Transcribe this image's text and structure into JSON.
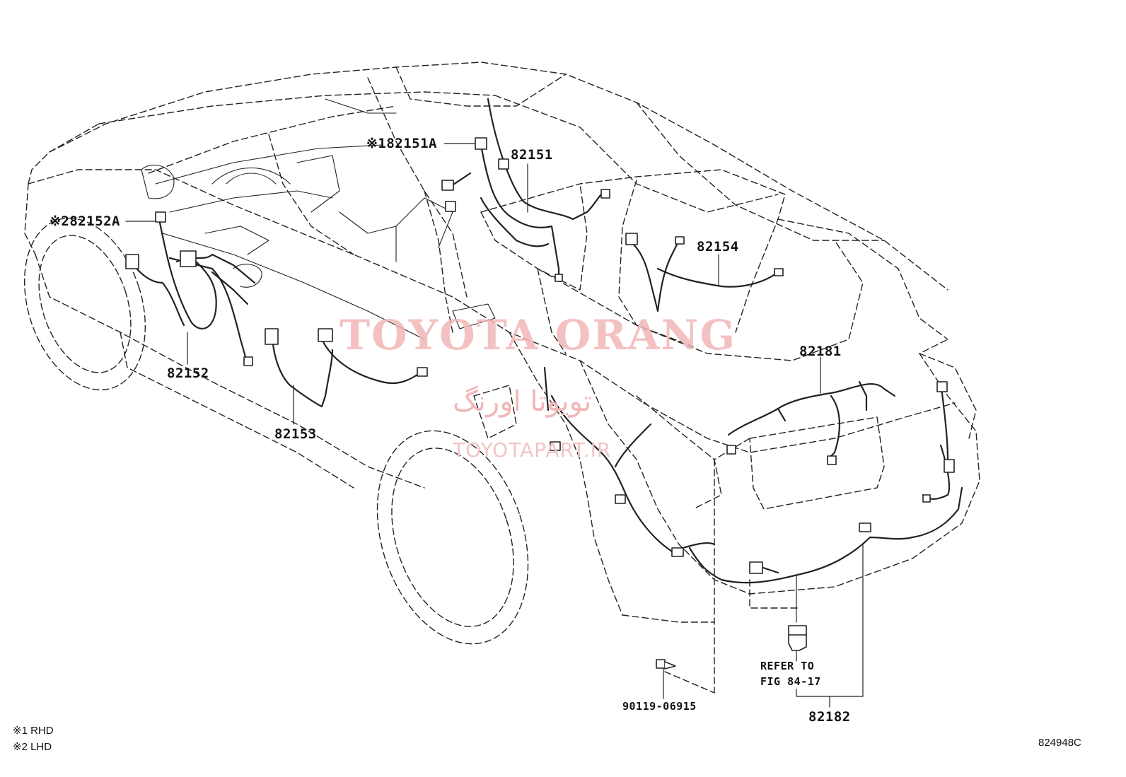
{
  "watermark": {
    "main": "TOYOTA ORANG",
    "persian": "تویوتا اورنگ",
    "url": "TOYOTAPART.IR"
  },
  "parts": [
    {
      "id": "p82151A",
      "label": "※182151A"
    },
    {
      "id": "p82151",
      "label": "82151"
    },
    {
      "id": "p82152A",
      "label": "※282152A"
    },
    {
      "id": "p82154",
      "label": "82154"
    },
    {
      "id": "p82152",
      "label": "82152"
    },
    {
      "id": "p82153",
      "label": "82153"
    },
    {
      "id": "p82181",
      "label": "82181"
    },
    {
      "id": "p90119",
      "label": "90119-06915"
    },
    {
      "id": "p82182",
      "label": "82182"
    }
  ],
  "refer": {
    "line1": "REFER TO",
    "line2": "FIG 84-17"
  },
  "notes": {
    "rhd": "※1 RHD",
    "lhd": "※2 LHD"
  },
  "figure_code": "824948C"
}
